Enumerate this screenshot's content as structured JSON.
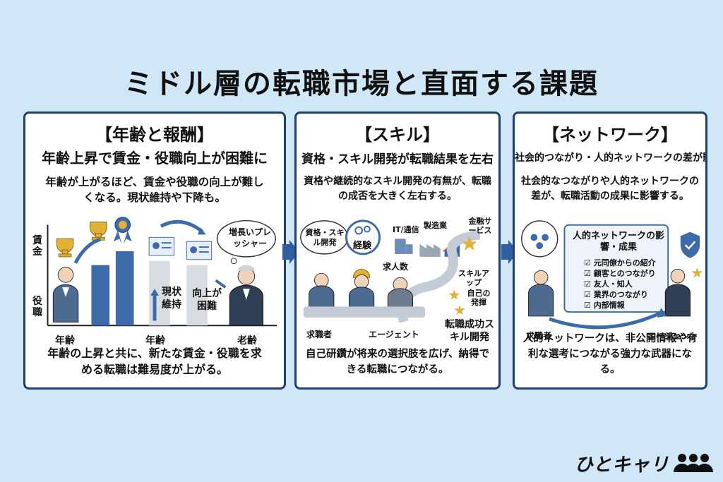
{
  "title": "ミドル層の転職市場と直面する課題",
  "panels": [
    {
      "heading": "【年齢と報酬】",
      "subheading": "年齢上昇で賃金・役職向上が困難に",
      "description": "年齢が上がるほど、賃金や役職の向上が難しくなる。現状維持や下降も。",
      "labels": {
        "y_top": "賃金",
        "y_bottom": "役職",
        "x1": "年齢",
        "x2": "年齢",
        "x3": "老齢",
        "status_keep": "現状維持",
        "status_hard": "向上が困難",
        "bubble": "増長いプレッシャー"
      },
      "footer": "年齢の上昇と共に、新たな賃金・役職を求める転職は難易度が上がる。"
    },
    {
      "heading": "【スキル】",
      "subheading": "資格・スキル開発が転職結果を左右",
      "description": "資格や継続的なスキル開発の有無が、転職の成否を大きく左右する。",
      "labels": {
        "bubble_skill": "資格・スキル開発",
        "bubble_exp": "経験",
        "it": "IT/通信",
        "mfg": "製造業",
        "finance": "金融サービス",
        "jobs": "求人数",
        "skill_up": "スキルアップ",
        "self": "自己の発揮",
        "success": "転職成功スキル開発",
        "seeker": "求職者",
        "agent": "エージェント"
      },
      "footer": "自己研鑽が将来の選択肢を広げ、納得できる転職につながる。"
    },
    {
      "heading": "【ネットワーク】",
      "subheading": "社会的つながり・人的ネットワークの差が影響",
      "description": "社会的なつながりや人的ネットワークの差が、転職活動の成果に影響する。",
      "board_title": "人的ネットワークの影響・成果",
      "board_items": [
        "元同僚からの紹介",
        "顧客とのつながり",
        "友人・知人",
        "業界のつながり",
        "内部情報"
      ],
      "labels": {
        "seeker": "求職者",
        "agent": "エージェント"
      },
      "footer": "人的ネットワークは、非公開情報や有利な選考につながる強力な武器になる。"
    }
  ],
  "logo": "ひとキャリ",
  "colors": {
    "frame": "#1d3f73",
    "bar": "#3d6aa8",
    "background": "#cfe7f7",
    "gold": "#e0b23a"
  }
}
